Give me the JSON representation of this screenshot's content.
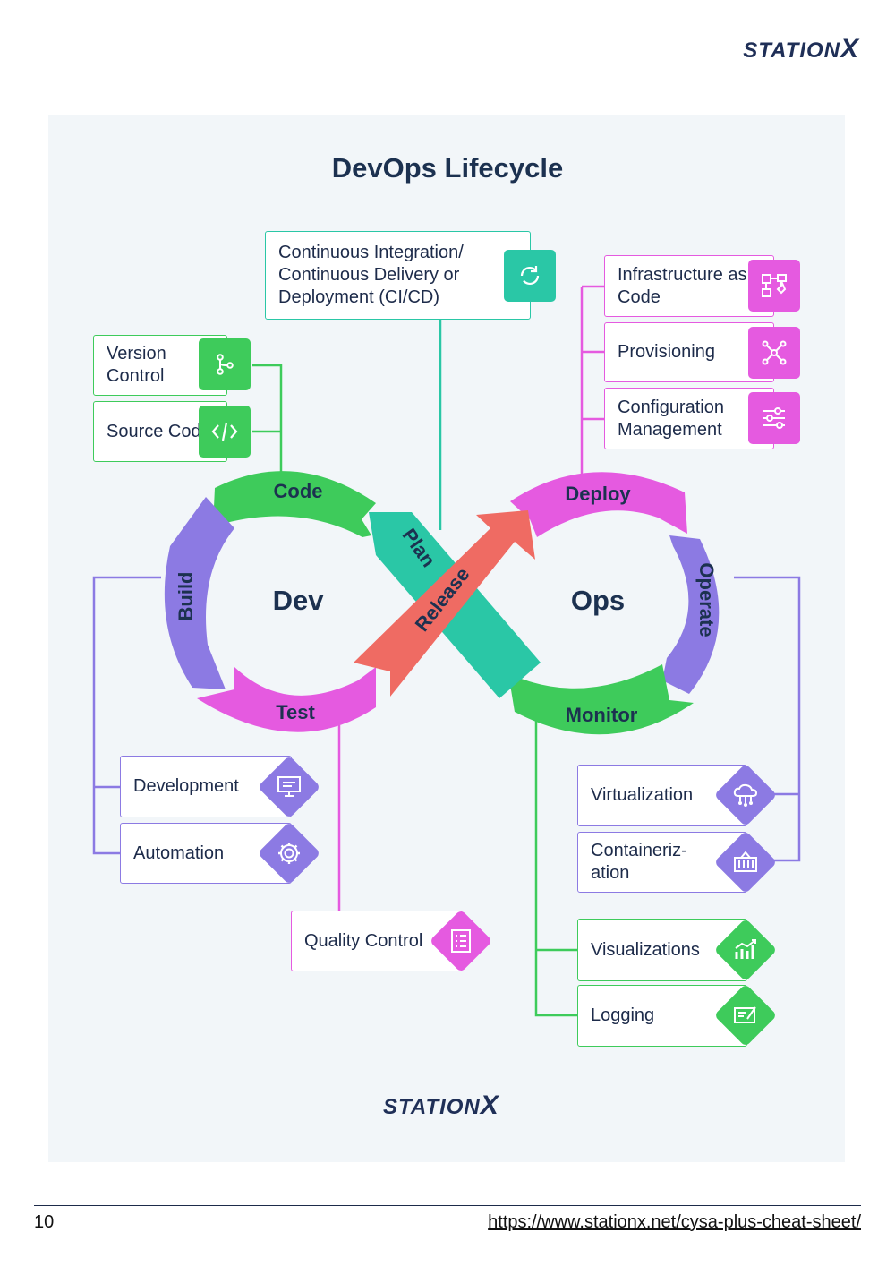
{
  "brand": {
    "logo_text": "STATION",
    "logo_x": "X"
  },
  "diagram": {
    "title": "DevOps Lifecycle",
    "center_left": "Dev",
    "center_right": "Ops",
    "segments": {
      "code": "Code",
      "build": "Build",
      "test": "Test",
      "plan": "Plan",
      "release": "Release",
      "deploy": "Deploy",
      "operate": "Operate",
      "monitor": "Monitor"
    },
    "cards": {
      "cicd": "Continuous Integration/ Continuous Delivery or Deployment (CI/CD)",
      "version_control": "Version Control",
      "source_code": "Source Code",
      "iac": "Infrastructure as Code",
      "provisioning": "Provisioning",
      "config_mgmt": "Configuration Management",
      "development": "Development",
      "automation": "Automation",
      "quality_control": "Quality Control",
      "virtualization": "Virtualization",
      "containerization": "Containeriz- ation",
      "visualizations": "Visualizations",
      "logging": "Logging"
    },
    "colors": {
      "green": "#3ecb5b",
      "magenta": "#e55ae0",
      "purple": "#8c7ae3",
      "teal": "#2ac7a6",
      "coral": "#ef6b63",
      "navy": "#1c3150"
    }
  },
  "footer": {
    "page_number": "10",
    "url": "https://www.stationx.net/cysa-plus-cheat-sheet/"
  }
}
